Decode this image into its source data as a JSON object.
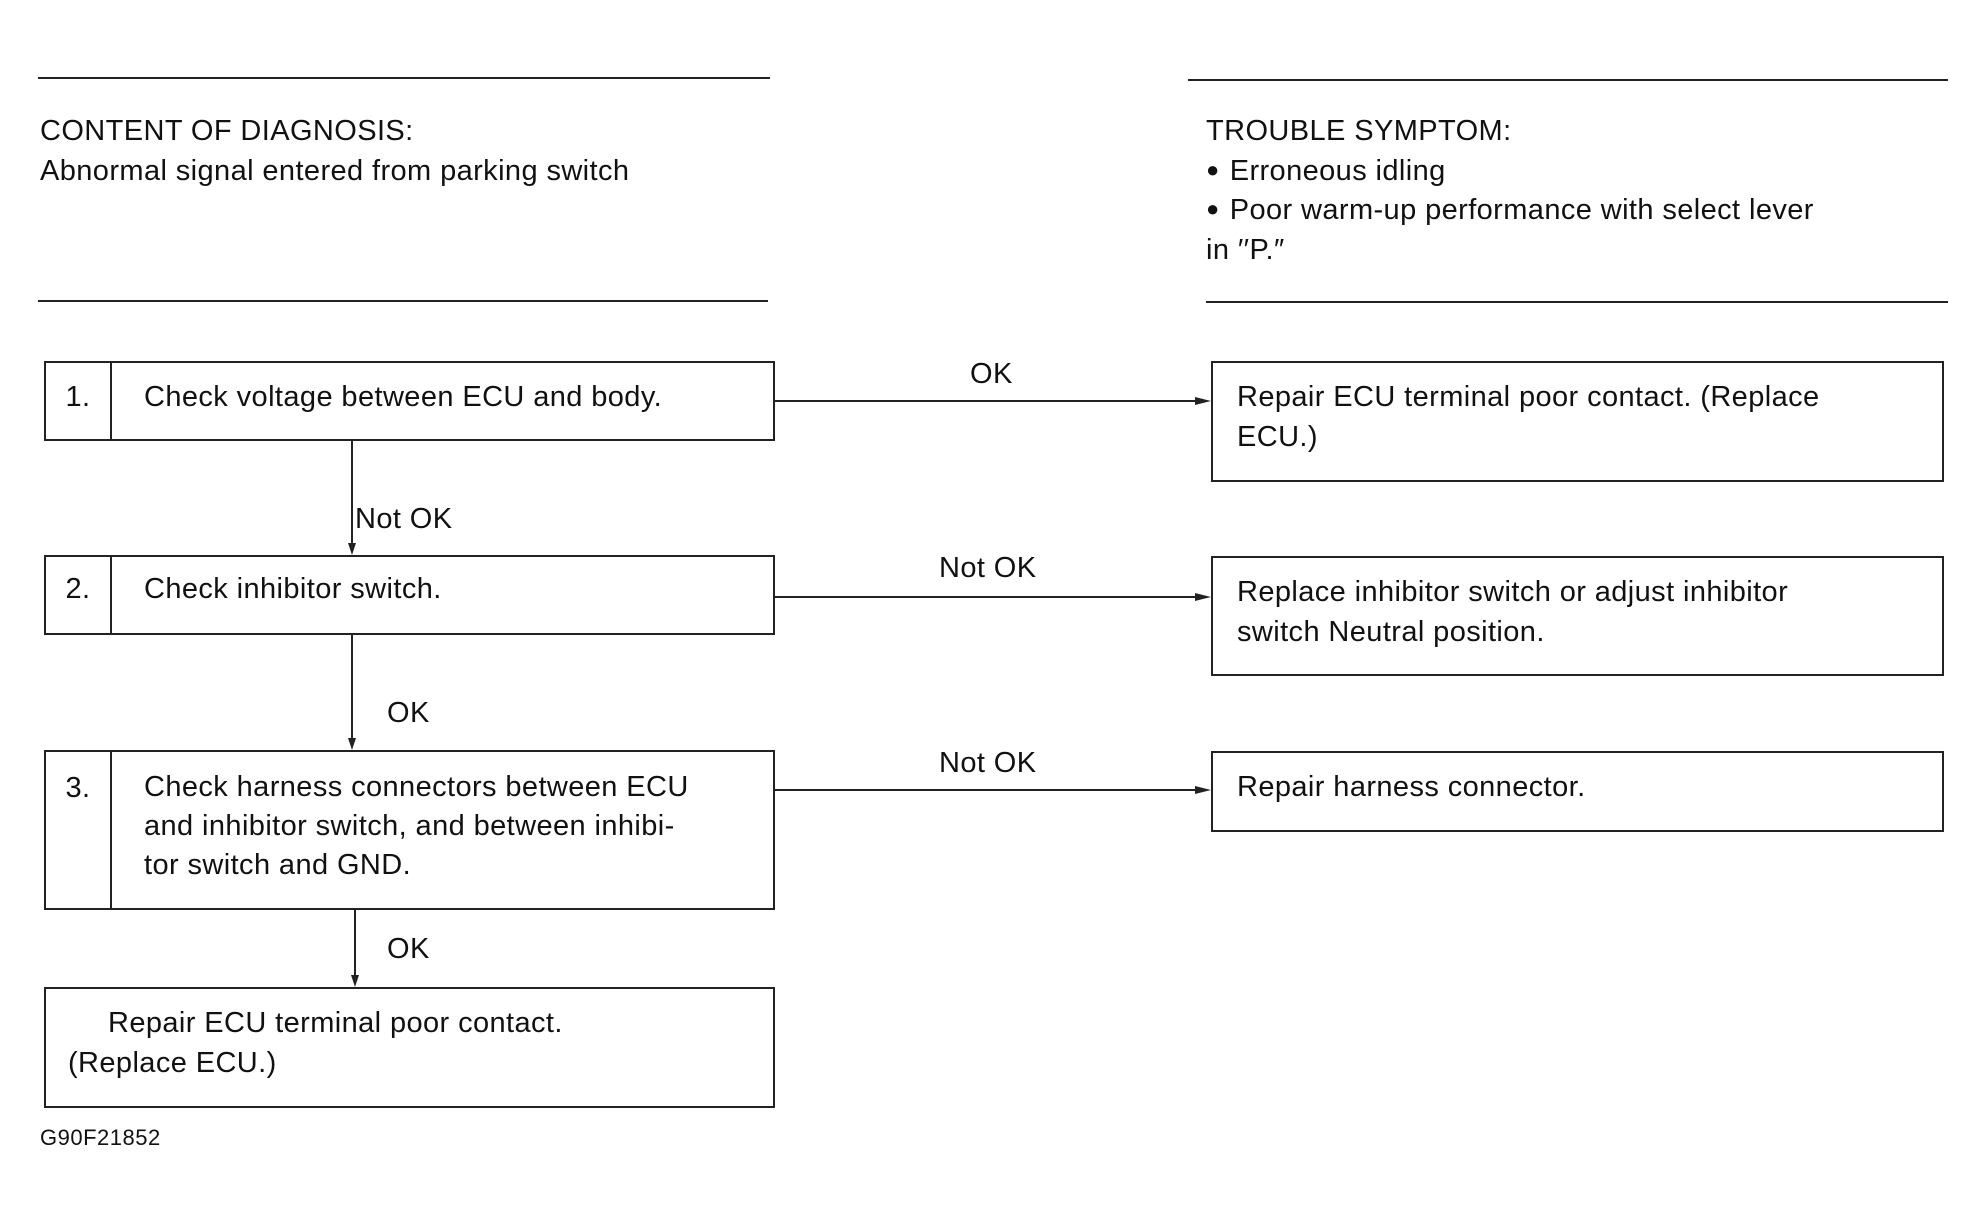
{
  "header": {
    "content_title": "CONTENT OF DIAGNOSIS:",
    "content_text": "Abnormal signal entered from parking switch",
    "symptom_title": "TROUBLE SYMPTOM:",
    "symptom_items": [
      "Erroneous idling",
      "Poor warm-up performance with select lever"
    ],
    "symptom_item_continuation": "in ′′P.″",
    "bullet": "●"
  },
  "steps": [
    {
      "num": "1.",
      "lines": [
        "Check voltage between ECU and body."
      ]
    },
    {
      "num": "2.",
      "lines": [
        "Check inhibitor switch."
      ]
    },
    {
      "num": "3.",
      "lines": [
        "Check harness connectors between ECU",
        "and inhibitor switch, and between inhibi-",
        "tor switch and GND."
      ]
    }
  ],
  "results": [
    {
      "lines": [
        "Repair ECU terminal poor contact. (Replace",
        "ECU.)"
      ]
    },
    {
      "lines": [
        "Replace inhibitor switch or adjust inhibitor",
        "switch Neutral position."
      ]
    },
    {
      "lines": [
        "Repair harness connector."
      ]
    }
  ],
  "branch_labels": {
    "step1_right": "OK",
    "step1_down": "Not OK",
    "step2_right": "Not OK",
    "step2_down": "OK",
    "step3_right": "Not OK",
    "step3_down": "OK"
  },
  "final_result": {
    "lines": [
      "Repair ECU terminal poor contact.",
      "(Replace ECU.)"
    ]
  },
  "figure_id": "G90F21852"
}
